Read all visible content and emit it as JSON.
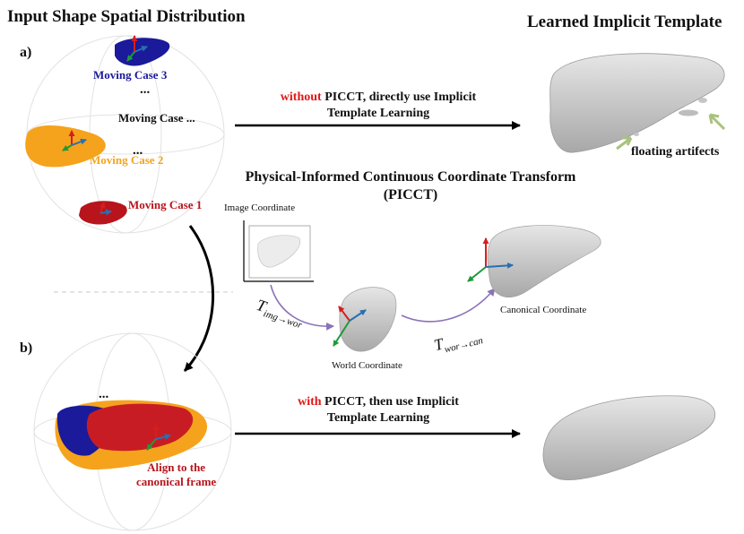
{
  "headers": {
    "left": "Input Shape Spatial Distribution",
    "right": "Learned Implicit Template"
  },
  "panel_labels": {
    "a": "a)",
    "b": "b)"
  },
  "cases": {
    "case3": "Moving Case 3",
    "case_ellipsis": "Moving Case ...",
    "case2": "Moving Case 2",
    "case1": "Moving Case 1",
    "dots": "..."
  },
  "top_arrow": {
    "highlight": "without",
    "line1_rest": " PICCT, directly use Implicit",
    "line2": "Template Learning"
  },
  "bottom_arrow": {
    "highlight": "with",
    "line1_rest": " PICCT, then use Implicit",
    "line2": "Template Learning"
  },
  "artifacts_label": "floating artifects",
  "picct": {
    "title_line1": "Physical-Informed Continuous Coordinate Transform",
    "title_line2": "(PICCT)",
    "image_coord": "Image Coordinate",
    "world_coord": "World Coordinate",
    "canonical_coord": "Canonical Coordinate",
    "t_img_base": "T",
    "t_img_sub": "img→wor",
    "t_wor_base": "T",
    "t_wor_sub": "wor→can"
  },
  "align_label_line1": "Align to the",
  "align_label_line2": "canonical frame",
  "colors": {
    "red_text": "#e01818",
    "case3": "#1a1a9a",
    "case2": "#f5a31c",
    "case1": "#b8141c",
    "liver_gray": "#cfcfcf",
    "arrow_purple": "#8b72b8",
    "artifact_arrow": "#cfe0b0"
  }
}
